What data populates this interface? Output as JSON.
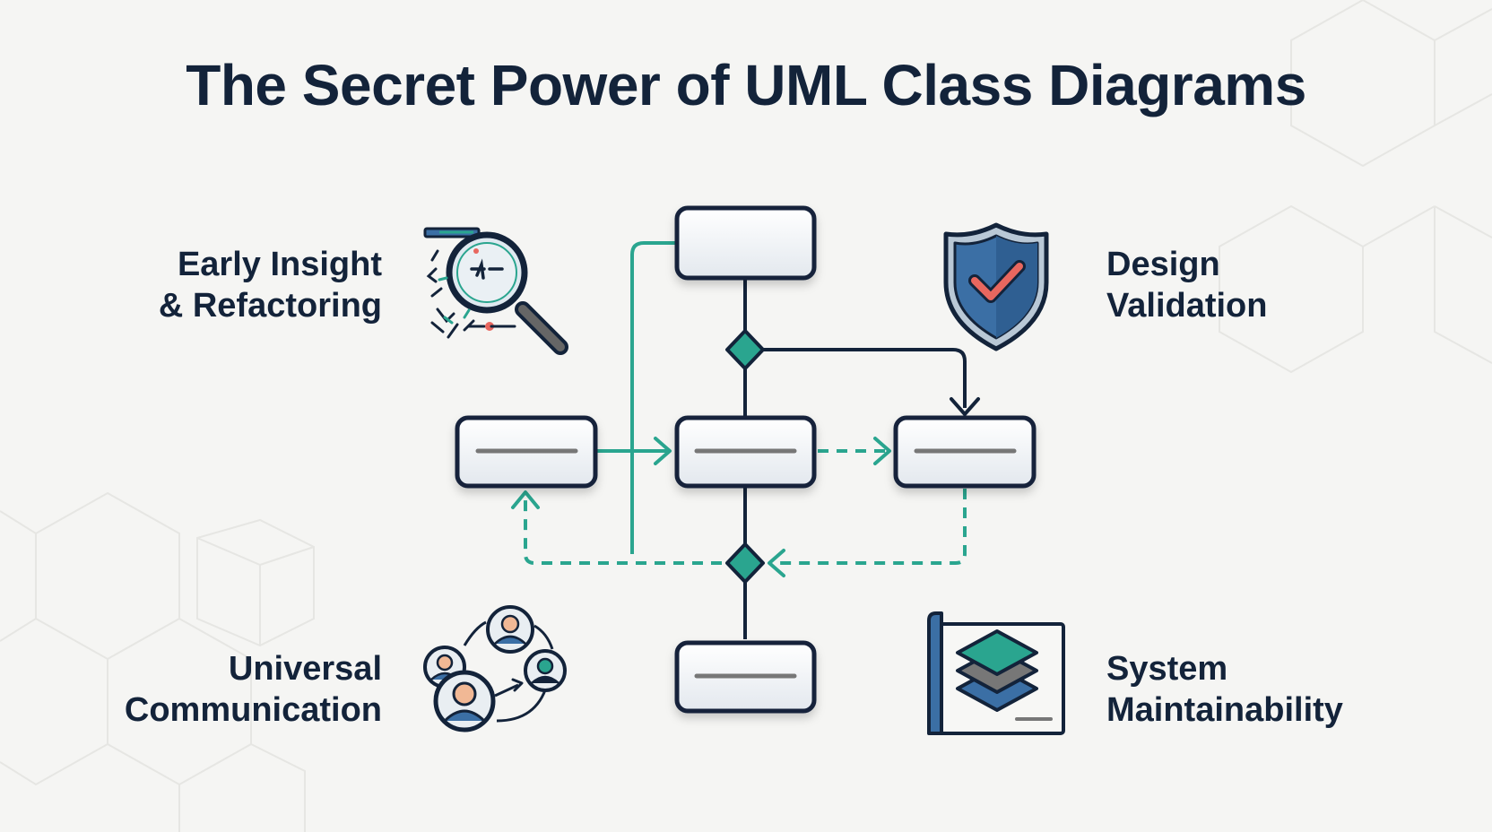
{
  "title": "The Secret Power of UML Class Diagrams",
  "benefits": [
    {
      "id": "early-insight",
      "lines": [
        "Early Insight",
        "& Refactoring"
      ],
      "icon": "magnifier-code-icon"
    },
    {
      "id": "design-validation",
      "lines": [
        "Design",
        "Validation"
      ],
      "icon": "shield-check-icon"
    },
    {
      "id": "universal-communication",
      "lines": [
        "Universal",
        "Communication"
      ],
      "icon": "people-network-icon"
    },
    {
      "id": "system-maintainability",
      "lines": [
        "System",
        "Maintainability"
      ],
      "icon": "layered-blueprint-icon"
    }
  ],
  "colors": {
    "navy": "#13233a",
    "teal": "#2aa58f",
    "blue": "#3b6fa5",
    "coral": "#e8675f",
    "gray": "#777777",
    "background": "#f5f5f3"
  }
}
